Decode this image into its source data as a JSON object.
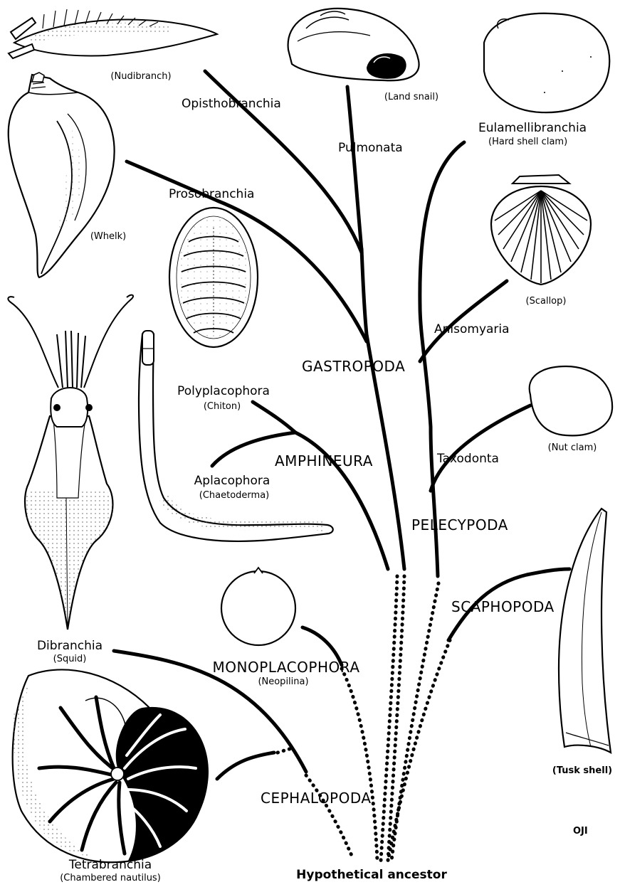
{
  "diagram": {
    "classes": {
      "gastropoda": "GASTROPODA",
      "pelecypoda": "PELECYPODA",
      "amphineura": "AMPHINEURA",
      "scaphopoda": "SCAPHOPODA",
      "monoplacophora": "MONOPLACOPHORA",
      "cephalopoda": "CEPHALOPODA"
    },
    "subclasses": {
      "opisthobranchia": "Opisthobranchia",
      "pulmonata": "Pulmonata",
      "prosobranchia": "Prosobranchia",
      "eulamellibranchia": "Eulamellibranchia",
      "anisomyaria": "Anisomyaria",
      "taxodonta": "Taxodonta",
      "polyplacophora": "Polyplacophora",
      "aplacophora": "Aplacophora",
      "dibranchia": "Dibranchia",
      "tetrabranchia": "Tetrabranchia"
    },
    "examples": {
      "nudibranch": "(Nudibranch)",
      "land_snail": "(Land snail)",
      "whelk": "(Whelk)",
      "hard_shell_clam": "(Hard shell clam)",
      "scallop": "(Scallop)",
      "nut_clam": "(Nut clam)",
      "chiton": "(Chiton)",
      "chaetoderma": "(Chaetoderma)",
      "squid": "(Squid)",
      "neopilina": "(Neopilina)",
      "tusk_shell": "(Tusk shell)",
      "chambered_nautilus": "(Chambered nautilus)"
    },
    "root": "Hypothetical ancestor",
    "signature": "OJI"
  }
}
